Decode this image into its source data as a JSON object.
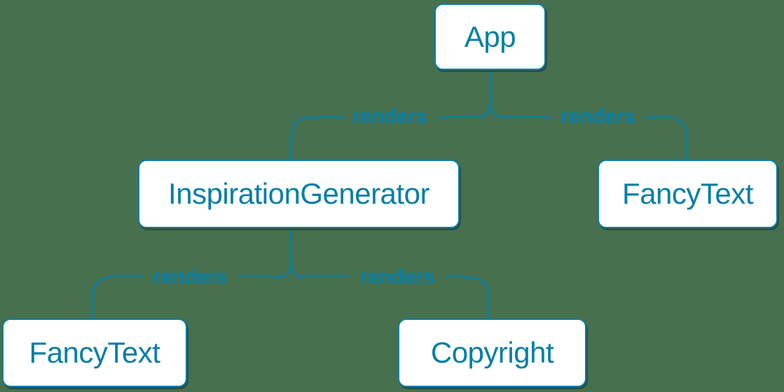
{
  "diagram": {
    "type": "component-render-tree",
    "root": "App"
  },
  "colors": {
    "background": "#47704E",
    "accent": "#087ea4",
    "node_background": "#ffffff",
    "shadow": "rgba(8,48,66,0.5)"
  },
  "nodes": {
    "app": {
      "label": "App"
    },
    "inspiration_generator": {
      "label": "InspirationGenerator"
    },
    "fancy_text_top": {
      "label": "FancyText"
    },
    "fancy_text_bottom": {
      "label": "FancyText"
    },
    "copyright": {
      "label": "Copyright"
    }
  },
  "edges": [
    {
      "from": "App",
      "to": "InspirationGenerator",
      "label": "renders"
    },
    {
      "from": "App",
      "to": "FancyText",
      "label": "renders"
    },
    {
      "from": "InspirationGenerator",
      "to": "FancyText",
      "label": "renders"
    },
    {
      "from": "InspirationGenerator",
      "to": "Copyright",
      "label": "renders"
    }
  ]
}
